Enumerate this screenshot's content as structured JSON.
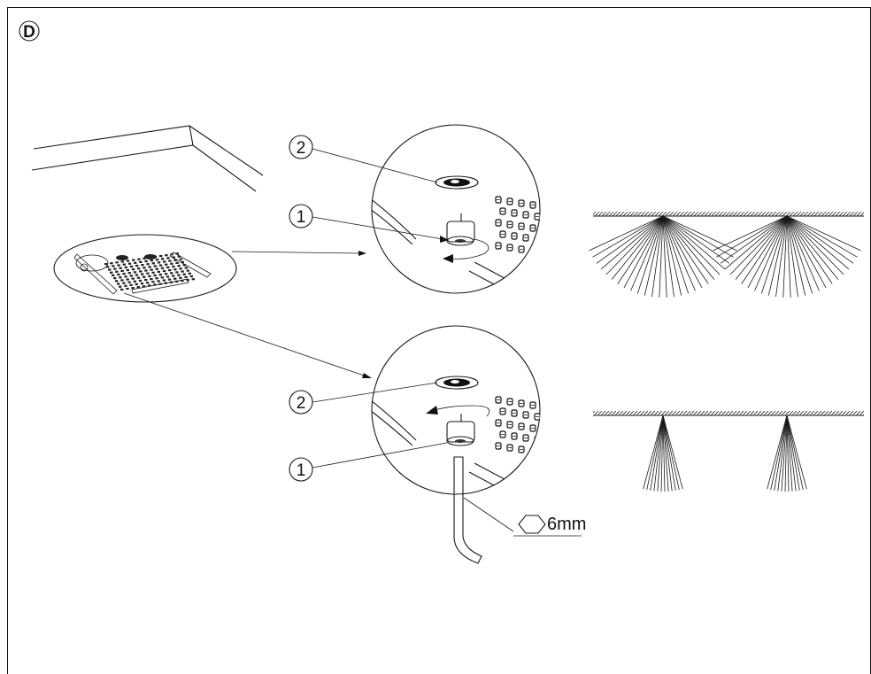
{
  "panel": {
    "letter": "D"
  },
  "callouts": {
    "top_num_2": "2",
    "top_num_1": "1",
    "bottom_num_2": "2",
    "bottom_num_1": "1",
    "wrench_size": "6mm"
  },
  "spray_patterns": {
    "wide": {
      "fan_count": 2,
      "spread": "wide"
    },
    "narrow": {
      "fan_count": 2,
      "spread": "narrow"
    }
  }
}
